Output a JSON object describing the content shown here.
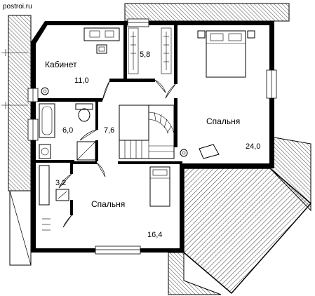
{
  "watermark": "postroi.ru",
  "rooms": {
    "study": {
      "name": "Кабинет",
      "area": "11,0"
    },
    "closet": {
      "area": "5,8"
    },
    "bedroom_large": {
      "name": "Спальня",
      "area": "24,0"
    },
    "bathroom": {
      "area": "6,0"
    },
    "hall": {
      "area": "7,6"
    },
    "wc": {
      "area": "3,2"
    },
    "bedroom_small": {
      "name": "Спальня",
      "area": "16,4"
    }
  }
}
